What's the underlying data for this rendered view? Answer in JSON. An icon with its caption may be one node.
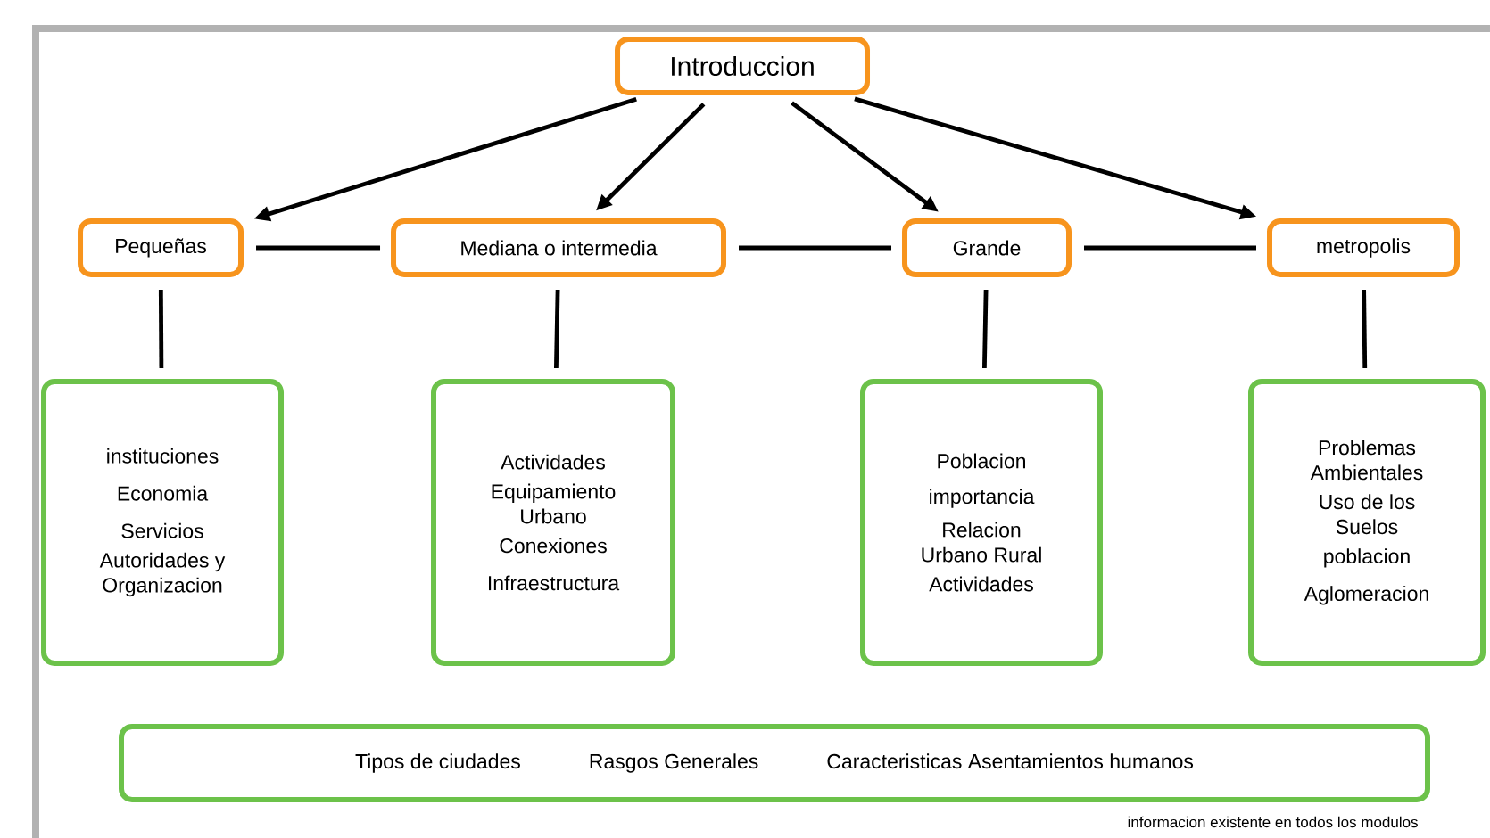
{
  "diagram": {
    "nodes": [
      {
        "text": [
          "Introduccion"
        ]
      },
      {
        "text": [
          "Pequeñas"
        ]
      },
      {
        "text": [
          "Mediana o intermedia"
        ]
      },
      {
        "text": [
          "Grande"
        ]
      },
      {
        "text": [
          "metropolis"
        ]
      },
      {
        "text": [
          "instituciones",
          "Economia",
          "Servicios",
          "Autoridades y Organizacion"
        ]
      },
      {
        "text": [
          "Actividades",
          "Equipamiento Urbano",
          "Conexiones",
          "Infraestructura"
        ]
      },
      {
        "text": [
          "Poblacion",
          "importancia",
          "Relacion Urbano Rural",
          "Actividades"
        ]
      },
      {
        "text": [
          "Problemas Ambientales",
          "Uso de los Suelos",
          "poblacion",
          "Aglomeracion"
        ]
      },
      {
        "text": [
          "Tipos de ciudades",
          "Rasgos Generales",
          "Caracteristicas Asentamientos humanos"
        ]
      }
    ],
    "edges": [
      {
        "from": 0,
        "to": 1,
        "arrow": "to"
      },
      {
        "from": 0,
        "to": 2,
        "arrow": "to"
      },
      {
        "from": 0,
        "to": 3,
        "arrow": "to"
      },
      {
        "from": 0,
        "to": 4,
        "arrow": "to"
      },
      {
        "from": 1,
        "to": 2,
        "arrow": "none"
      },
      {
        "from": 2,
        "to": 3,
        "arrow": "none"
      },
      {
        "from": 3,
        "to": 4,
        "arrow": "none"
      },
      {
        "from": 1,
        "to": 5,
        "arrow": "none"
      },
      {
        "from": 2,
        "to": 6,
        "arrow": "none"
      },
      {
        "from": 3,
        "to": 7,
        "arrow": "none"
      },
      {
        "from": 4,
        "to": 8,
        "arrow": "none"
      }
    ],
    "labels": [
      "informacion existente en todos los modulos"
    ]
  }
}
